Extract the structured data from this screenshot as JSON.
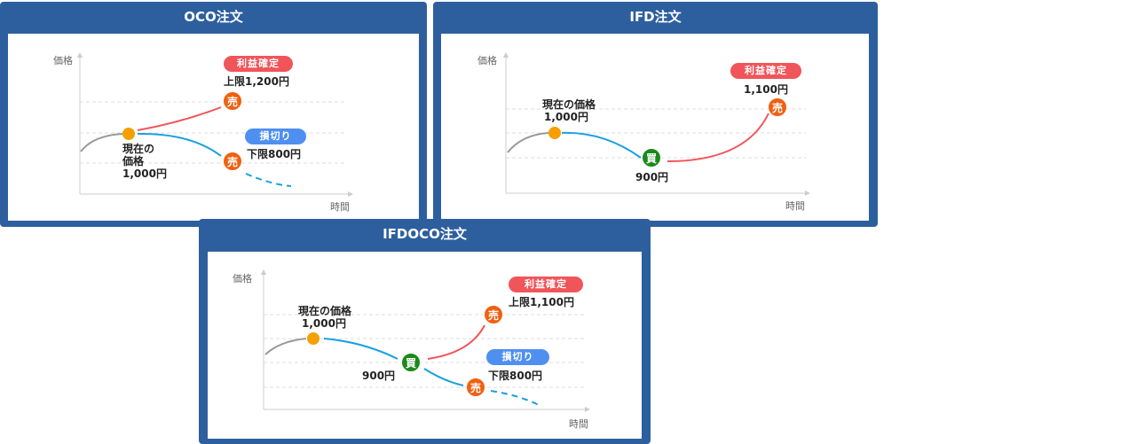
{
  "colors": {
    "frame": "#2d5f9e",
    "profit": "#f0555a",
    "loss": "#4f8ff0",
    "sell": "#f06010",
    "buy": "#1a8a1a",
    "current": "#f5a000"
  },
  "axis": {
    "y": "価格",
    "x": "時間"
  },
  "markers": {
    "sell": "売",
    "buy": "買"
  },
  "oco": {
    "title": "OCO注文",
    "profit_badge": "利益確定",
    "upper": "上限1,200円",
    "loss_badge": "損切り",
    "lower": "下限800円",
    "current_1": "現在の",
    "current_2": "価格",
    "current_price": "1,000円"
  },
  "ifd": {
    "title": "IFD注文",
    "current": "現在の価格",
    "current_price": "1,000円",
    "buy_price": "900円",
    "profit_badge": "利益確定",
    "sell_price": "1,100円"
  },
  "ifdoco": {
    "title": "IFDOCO注文",
    "current": "現在の価格",
    "current_price": "1,000円",
    "buy_price": "900円",
    "profit_badge": "利益確定",
    "upper": "上限1,100円",
    "loss_badge": "損切り",
    "lower": "下限800円"
  }
}
